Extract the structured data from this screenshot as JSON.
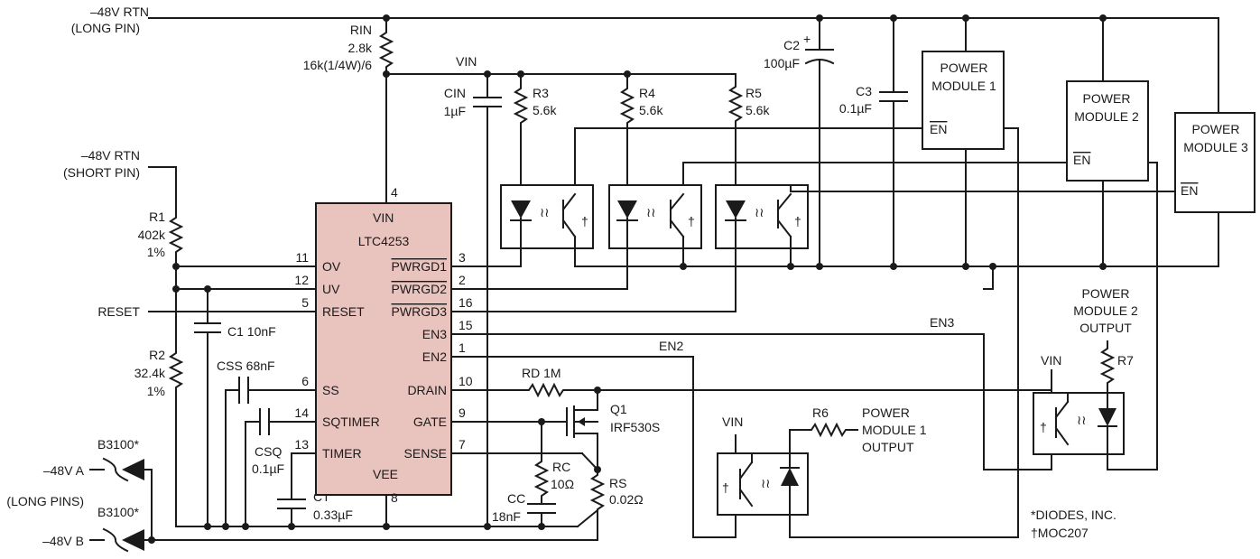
{
  "ic": {
    "vin": "VIN",
    "name": "LTC4253",
    "vee": "VEE",
    "fill": "#e9c3be",
    "left_pins": [
      {
        "num": "11",
        "label": "OV"
      },
      {
        "num": "12",
        "label": "UV"
      },
      {
        "num": "5",
        "label": "RESET"
      },
      {
        "num": "6",
        "label": "SS"
      },
      {
        "num": "14",
        "label": "SQTIMER"
      },
      {
        "num": "13",
        "label": "TIMER"
      }
    ],
    "right_pins": [
      {
        "num": "3",
        "label": "PWRGD1"
      },
      {
        "num": "2",
        "label": "PWRGD2"
      },
      {
        "num": "16",
        "label": "PWRGD3"
      },
      {
        "num": "15",
        "label": "EN3"
      },
      {
        "num": "1",
        "label": "EN2"
      },
      {
        "num": "10",
        "label": "DRAIN"
      },
      {
        "num": "9",
        "label": "GATE"
      },
      {
        "num": "7",
        "label": "SENSE"
      }
    ],
    "top_pin": "4",
    "bottom_pin": "8"
  },
  "labels": {
    "rtn_long_1": "–48V RTN",
    "rtn_long_2": "(LONG PIN)",
    "rtn_short_1": "–48V RTN",
    "rtn_short_2": "(SHORT PIN)",
    "rin_1": "RIN",
    "rin_2": "2.8k",
    "rin_3": "16k(1/4W)/6",
    "vin_bus": "VIN",
    "cin_1": "CIN",
    "cin_2": "1µF",
    "r3_1": "R3",
    "r3_2": "5.6k",
    "r4_1": "R4",
    "r4_2": "5.6k",
    "r5_1": "R5",
    "r5_2": "5.6k",
    "c2_1": "C2",
    "c2_2": "100µF",
    "c3_1": "C3",
    "c3_2": "0.1µF",
    "pm1_1": "POWER",
    "pm1_2": "MODULE 1",
    "pm1_en": "EN",
    "pm2_1": "POWER",
    "pm2_2": "MODULE 2",
    "pm2_en": "EN",
    "pm3_1": "POWER",
    "pm3_2": "MODULE 3",
    "pm3_en": "EN",
    "r1_1": "R1",
    "r1_2": "402k",
    "r1_3": "1%",
    "reset": "RESET",
    "c1": "C1 10nF",
    "r2_1": "R2",
    "r2_2": "32.4k",
    "r2_3": "1%",
    "css": "CSS 68nF",
    "csq_1": "CSQ",
    "csq_2": "0.1µF",
    "ct_1": "CT",
    "ct_2": "0.33µF",
    "rd": "RD 1M",
    "q1_1": "Q1",
    "q1_2": "IRF530S",
    "rc_1": "RC",
    "rc_2": "10Ω",
    "cc_1": "CC",
    "cc_2": "18nF",
    "rs_1": "RS",
    "rs_2": "0.02Ω",
    "en3": "EN3",
    "en2": "EN2",
    "pm2out_1": "POWER",
    "pm2out_2": "MODULE 2",
    "pm2out_3": "OUTPUT",
    "vin_r7": "VIN",
    "r7": "R7",
    "vin_r6": "VIN",
    "r6": "R6",
    "pm1out_1": "POWER",
    "pm1out_2": "MODULE 1",
    "pm1out_3": "OUTPUT",
    "b3100_a": "B3100*",
    "in_a": "–48V A",
    "long_pins": "(LONG PINS)",
    "b3100_b": "B3100*",
    "in_b": "–48V B",
    "note1": "*DIODES, INC.",
    "note2": "†MOC207",
    "dagger": "†"
  }
}
